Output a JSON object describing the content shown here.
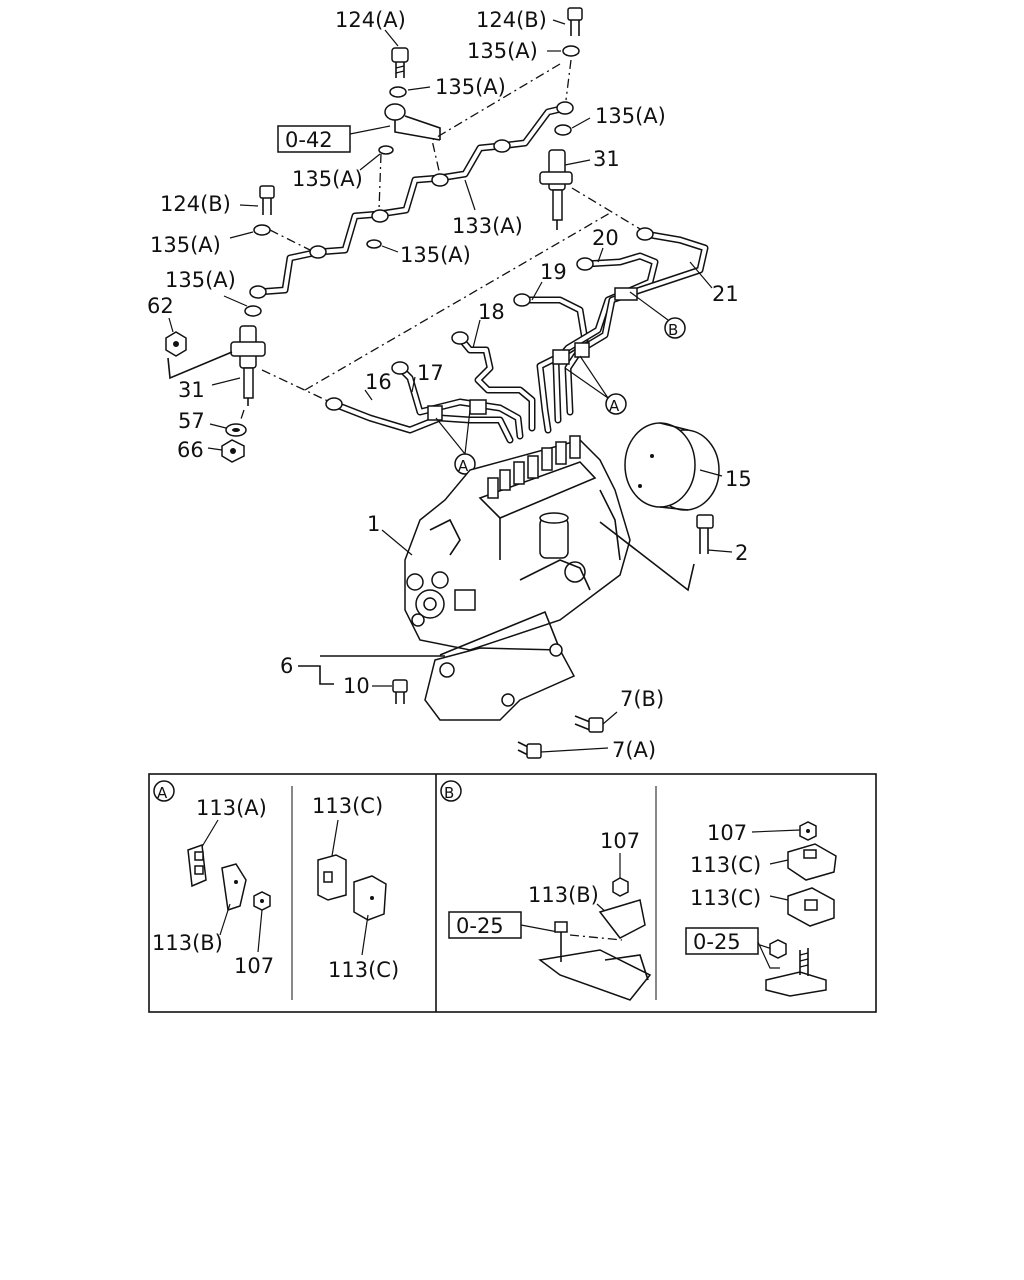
{
  "main_diagram": {
    "callouts": {
      "c124a": "124(A)",
      "c124b_top": "124(B)",
      "c135a_top": "135(A)",
      "c135a_2": "135(A)",
      "c0_42": "0-42",
      "c135a_3": "135(A)",
      "c135a_right": "135(A)",
      "c31_top": "31",
      "c124b_left": "124(B)",
      "c133a": "133(A)",
      "c135a_left1": "135(A)",
      "c135a_mid": "135(A)",
      "c135a_left2": "135(A)",
      "c20": "20",
      "c19": "19",
      "c21": "21",
      "c62": "62",
      "c18": "18",
      "cB": "B",
      "c17": "17",
      "c31_left": "31",
      "c16": "16",
      "cA_right": "A",
      "c57": "57",
      "c66": "66",
      "cA_left": "A",
      "c15": "15",
      "c1": "1",
      "c2": "2",
      "c6": "6",
      "c10": "10",
      "c7b": "7(B)",
      "c7a": "7(A)"
    }
  },
  "detail_panels": {
    "panel_a": {
      "marker": "A",
      "c113a": "113(A)",
      "c113b": "113(B)",
      "c107": "107",
      "c113c_top": "113(C)",
      "c113c_bottom": "113(C)"
    },
    "panel_b": {
      "marker": "B",
      "c107_left": "107",
      "c113b": "113(B)",
      "c0_25_left": "0-25",
      "c107_right": "107",
      "c113c_1": "113(C)",
      "c113c_2": "113(C)",
      "c0_25_right": "0-25"
    }
  }
}
